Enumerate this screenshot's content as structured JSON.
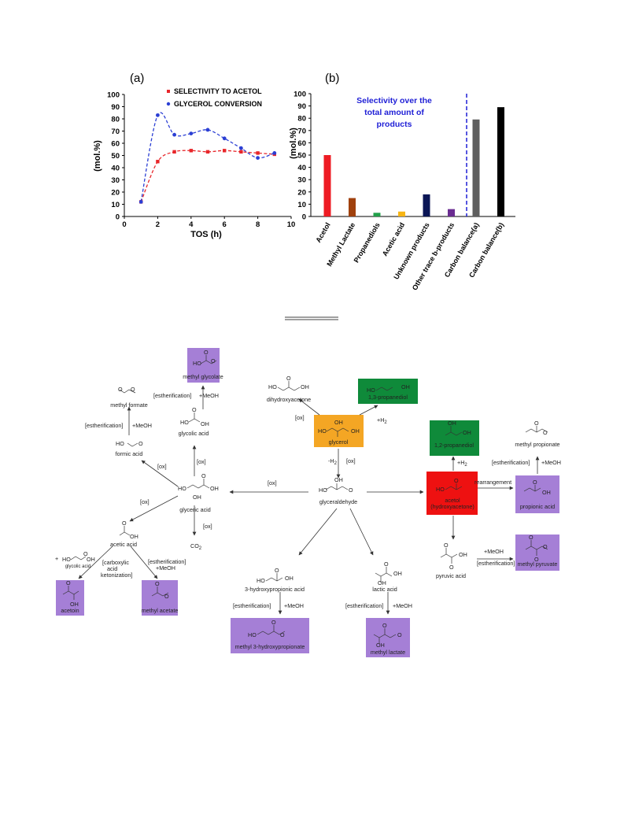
{
  "figure": {
    "panel_a_label": "(a)",
    "panel_b_label": "(b)"
  },
  "chart_data": [
    {
      "type": "line",
      "xlabel": "TOS (h)",
      "ylabel": "(mol.%)",
      "xlim": [
        0,
        10
      ],
      "ylim": [
        0,
        100
      ],
      "xticks": [
        0,
        2,
        4,
        6,
        8,
        10
      ],
      "yticks": [
        0,
        10,
        20,
        30,
        40,
        50,
        60,
        70,
        80,
        90,
        100
      ],
      "legend_position": "top",
      "series": [
        {
          "name": "SELECTIVITY TO ACETOL",
          "color": "#e8262a",
          "marker": "square",
          "x": [
            1,
            2,
            3,
            4,
            5,
            6,
            7,
            8,
            9
          ],
          "y": [
            12,
            45,
            53,
            54,
            53,
            54,
            53,
            52,
            51
          ]
        },
        {
          "name": "GLYCEROL CONVERSION",
          "color": "#2b3fd4",
          "marker": "circle",
          "x": [
            1,
            2,
            3,
            4,
            5,
            6,
            7,
            8,
            9
          ],
          "y": [
            12,
            83,
            67,
            68,
            71,
            64,
            56,
            48,
            52
          ]
        }
      ]
    },
    {
      "type": "bar",
      "ylabel": "(mol.%)",
      "ylim": [
        0,
        100
      ],
      "yticks": [
        0,
        10,
        20,
        30,
        40,
        50,
        60,
        70,
        80,
        90,
        100
      ],
      "annotation": "Selectivity over the total amount of products",
      "annotation_lines": [
        "Selectivity over the",
        "total amount of",
        "products"
      ],
      "annotation_color": "#1f1fd6",
      "categories": [
        "Acetol",
        "Methyl Lactate",
        "Propanediols",
        "Acetic acid",
        "Unknown products",
        "Other trace b-products",
        "Carbon balance(a)",
        "Carbon balance(b)"
      ],
      "values": [
        50,
        15,
        3,
        4,
        18,
        6,
        79,
        89
      ],
      "colors": [
        "#ee1c24",
        "#a0410d",
        "#22a04a",
        "#f7b515",
        "#0b1656",
        "#6a2c91",
        "#5f5f5f",
        "#000000"
      ]
    }
  ],
  "scheme": {
    "methyl_glycolate": "methyl glycolate",
    "methyl_formate": "methyl formate",
    "formic_acid": "formic acid",
    "glycolic_acid": "glycolic acid",
    "glyceric_acid": "glyceric acid",
    "co2": "CO",
    "co2_sub": "2",
    "acetic_acid": "acetic acid",
    "glycolic_acid_small": "glycolic acid",
    "acetoin": "acetoin",
    "methyl_acetate": "methyl acetate",
    "dihydroxyacetone": "dihydroxyacetone",
    "glycerol": "glycerol",
    "propanediol_13": "1,3-propanediol",
    "glyceraldehyde": "glyceraldehyde",
    "propanediol_12": "1,2-propanediol",
    "acetol": "acetol",
    "acetol_sub": "(hydroxyacetone)",
    "methyl_propionate": "methyl propionate",
    "propionic_acid": "propionic acid",
    "pyruvic_acid": "pyruvic acid",
    "methyl_pyruvate": "methyl pyruvate",
    "hp_acid": "3-hydroxypropionic acid",
    "methyl_hp": "methyl 3-hydroxypropionate",
    "lactic_acid": "lactic acid",
    "methyl_lactate": "methyl lactate",
    "ester": "[estherification]",
    "meoh": "+MeOH",
    "ox": "[ox]",
    "h2_plus": "+H",
    "h2_minus": "-H",
    "h2_sub": "2",
    "rearrangement": "rearrangement",
    "ketonization_1": "[carboxylic",
    "ketonization_2": "acid",
    "ketonization_3": "ketonization]",
    "HO": "HO",
    "OH": "OH",
    "O": "O",
    "plus": "+"
  }
}
